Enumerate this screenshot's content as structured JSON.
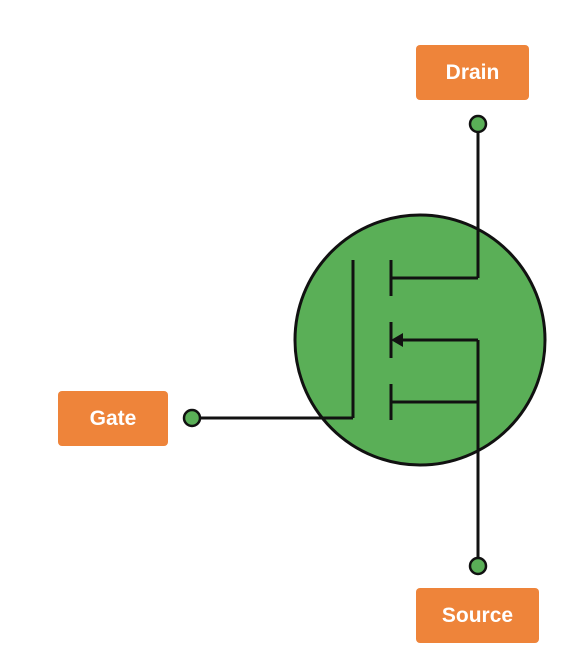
{
  "labels": {
    "drain": "Drain",
    "gate": "Gate",
    "source": "Source"
  },
  "colors": {
    "label_fill": "#EE843A",
    "body_fill": "#5AAF57",
    "line": "#111111"
  },
  "icons": {
    "body": "circle",
    "terminals": "circle",
    "arrow": "triangle-left"
  }
}
